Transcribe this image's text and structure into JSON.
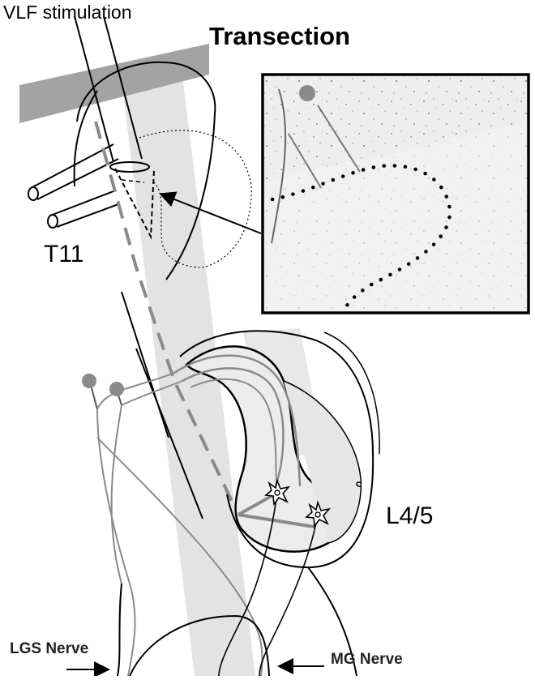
{
  "labels": {
    "vlf_stimulation": "VLF stimulation",
    "transection": "Transection",
    "t11": "T11",
    "l45": "L4/5",
    "lgs_nerve": "LGS Nerve",
    "mg_nerve": "MG Nerve"
  },
  "colors": {
    "ink": "#000000",
    "gray_path": "#8a8a8a",
    "light_band": "#dedede",
    "dark_band": "#9e9e9e",
    "gray_matter_fill": "#ececec",
    "micrograph_bg": "#f0f0f0"
  }
}
